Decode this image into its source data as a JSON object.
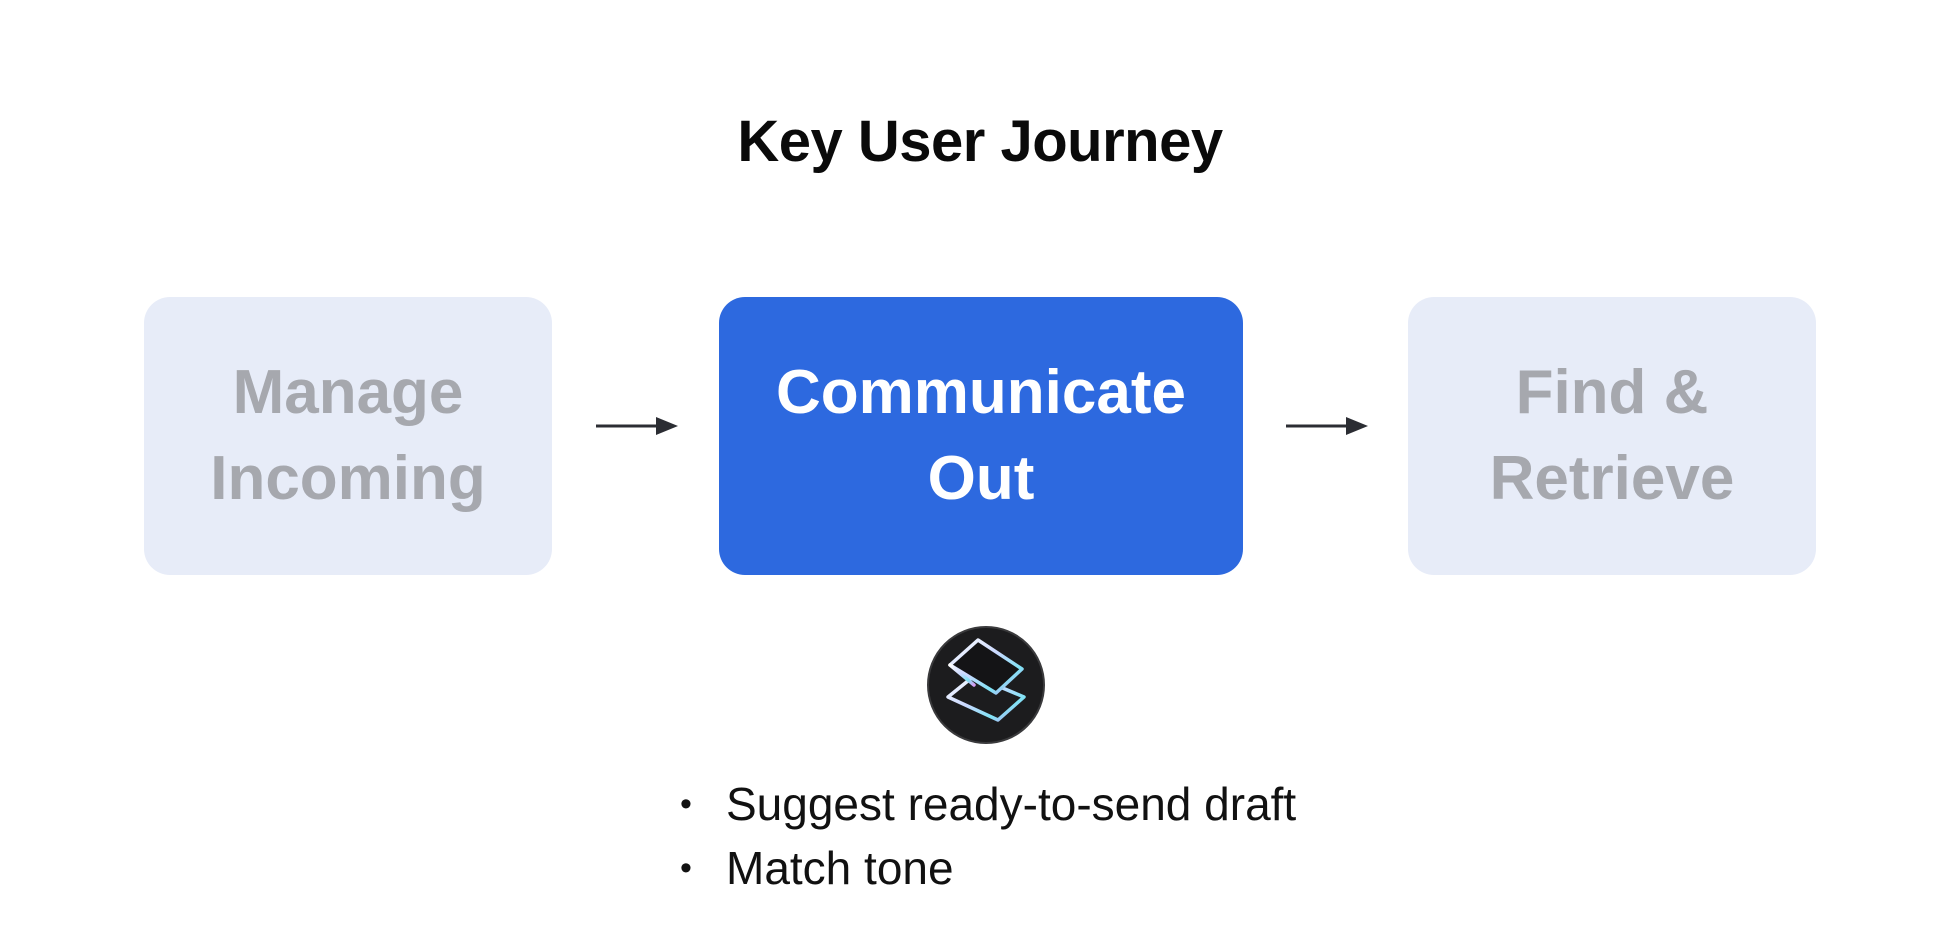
{
  "title": "Key User Journey",
  "stages": [
    {
      "line1": "Manage",
      "line2": "Incoming",
      "state": "inactive"
    },
    {
      "line1": "Communicate",
      "line2": "Out",
      "state": "active"
    },
    {
      "line1": "Find &",
      "line2": "Retrieve",
      "state": "inactive"
    }
  ],
  "logo_icon": "layers-app-icon",
  "arrow_icon": "arrow-right-icon",
  "bullets": [
    "Suggest ready-to-send draft",
    "Match tone"
  ],
  "colors": {
    "active_fill": "#2d69df",
    "inactive_fill": "#e7ecf8",
    "inactive_text": "#a6a8ae",
    "arrow": "#2b2d33"
  }
}
